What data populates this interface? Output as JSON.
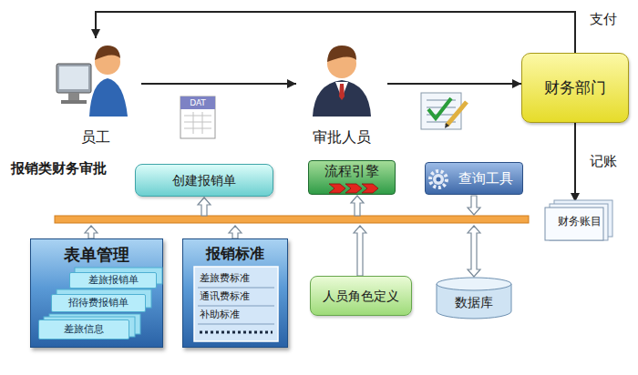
{
  "diagram": {
    "nodes": [
      {
        "text": [
          "员工"
        ]
      },
      {
        "text": [
          "审批人员"
        ]
      },
      {
        "text": [
          "财务部门"
        ]
      },
      {
        "text": [
          "财务账目"
        ]
      },
      {
        "text": [
          "创建报销单"
        ]
      },
      {
        "text": [
          "流程引擎"
        ]
      },
      {
        "text": [
          "查询工具"
        ]
      },
      {
        "text": [
          "表单管理"
        ]
      },
      {
        "text": [
          "差旅报销单"
        ],
        "in": 7
      },
      {
        "text": [
          "招待费报销单"
        ],
        "in": 7
      },
      {
        "text": [
          "差旅信息"
        ],
        "in": 7
      },
      {
        "text": [
          "报销标准"
        ]
      },
      {
        "text": [
          "差旅费标准"
        ],
        "in": 11
      },
      {
        "text": [
          "通讯费标准"
        ],
        "in": 11
      },
      {
        "text": [
          "补助标准"
        ],
        "in": 11
      },
      {
        "text": [
          "人员角色定义"
        ]
      },
      {
        "text": [
          "数据库"
        ]
      }
    ],
    "edges": [
      {
        "from": 0,
        "to": 1,
        "arrow": "to"
      },
      {
        "from": 1,
        "to": 2,
        "arrow": "to"
      },
      {
        "from": 2,
        "to": 0,
        "label": "支付",
        "arrow": "to"
      },
      {
        "from": 2,
        "to": 3,
        "label": "记账",
        "arrow": "to"
      }
    ],
    "labels": [
      "报销类财务审批",
      "DAT"
    ]
  }
}
